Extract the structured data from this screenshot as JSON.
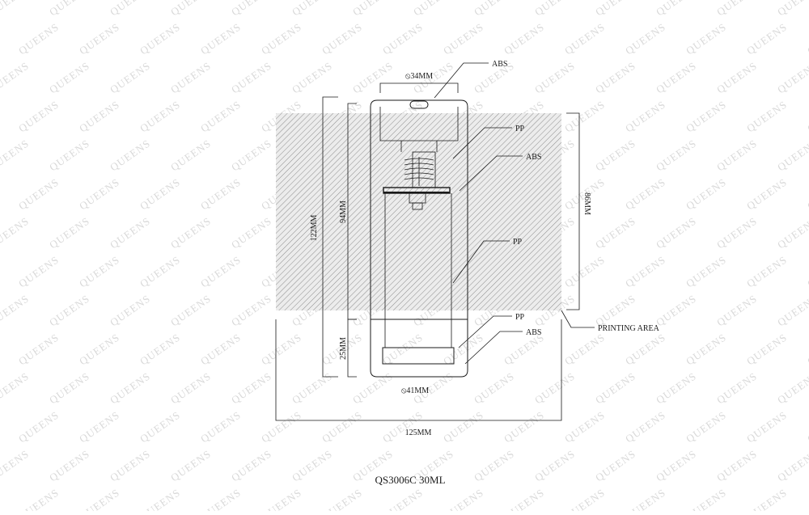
{
  "watermark": "QUEENS",
  "product_title": "QS3006C 30ML",
  "printing_area_label": "PRINTING AREA",
  "callouts": {
    "cap_top": "ABS",
    "inner_upper": "PP",
    "collar": "ABS",
    "body": "PP",
    "base_inner": "PP",
    "base_outer": "ABS"
  },
  "dimensions": {
    "top_diameter": "⦸34MM",
    "bottom_diameter": "⦸41MM",
    "total_height": "122MM",
    "body_height": "94MM",
    "base_height": "25MM",
    "print_height": "86MM",
    "print_width": "125MM"
  },
  "colors": {
    "line": "#1a1a1a",
    "hatch": "#8c8c8c",
    "print_fill": "#e6e6e6",
    "watermark": "#d9d9d9"
  }
}
